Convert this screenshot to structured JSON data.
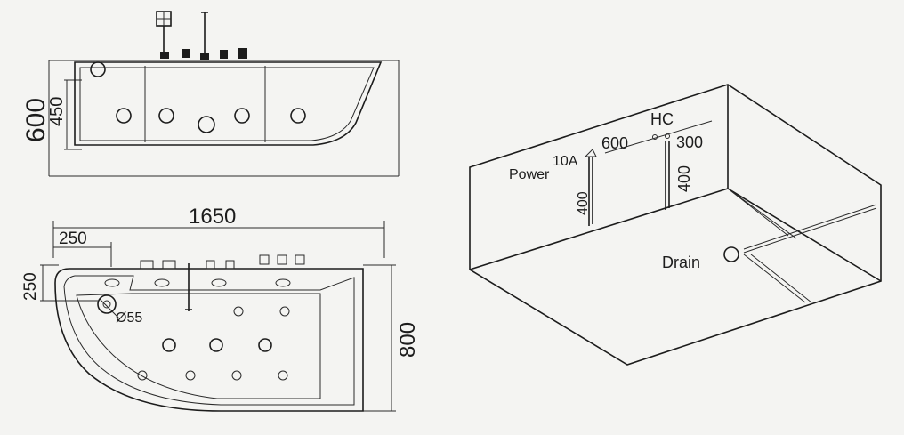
{
  "side_view": {
    "height_total": "600",
    "height_inner": "450"
  },
  "top_view": {
    "length": "1650",
    "offset_x": "250",
    "offset_y": "250",
    "width": "800",
    "hole_diameter": "Ø55"
  },
  "room_view": {
    "power_label": "Power",
    "power_rating": "10A",
    "power_height": "400",
    "hc_distance": "600",
    "hc_label": "HC",
    "hc_spacing": "300",
    "hc_height": "400",
    "drain_label": "Drain"
  }
}
